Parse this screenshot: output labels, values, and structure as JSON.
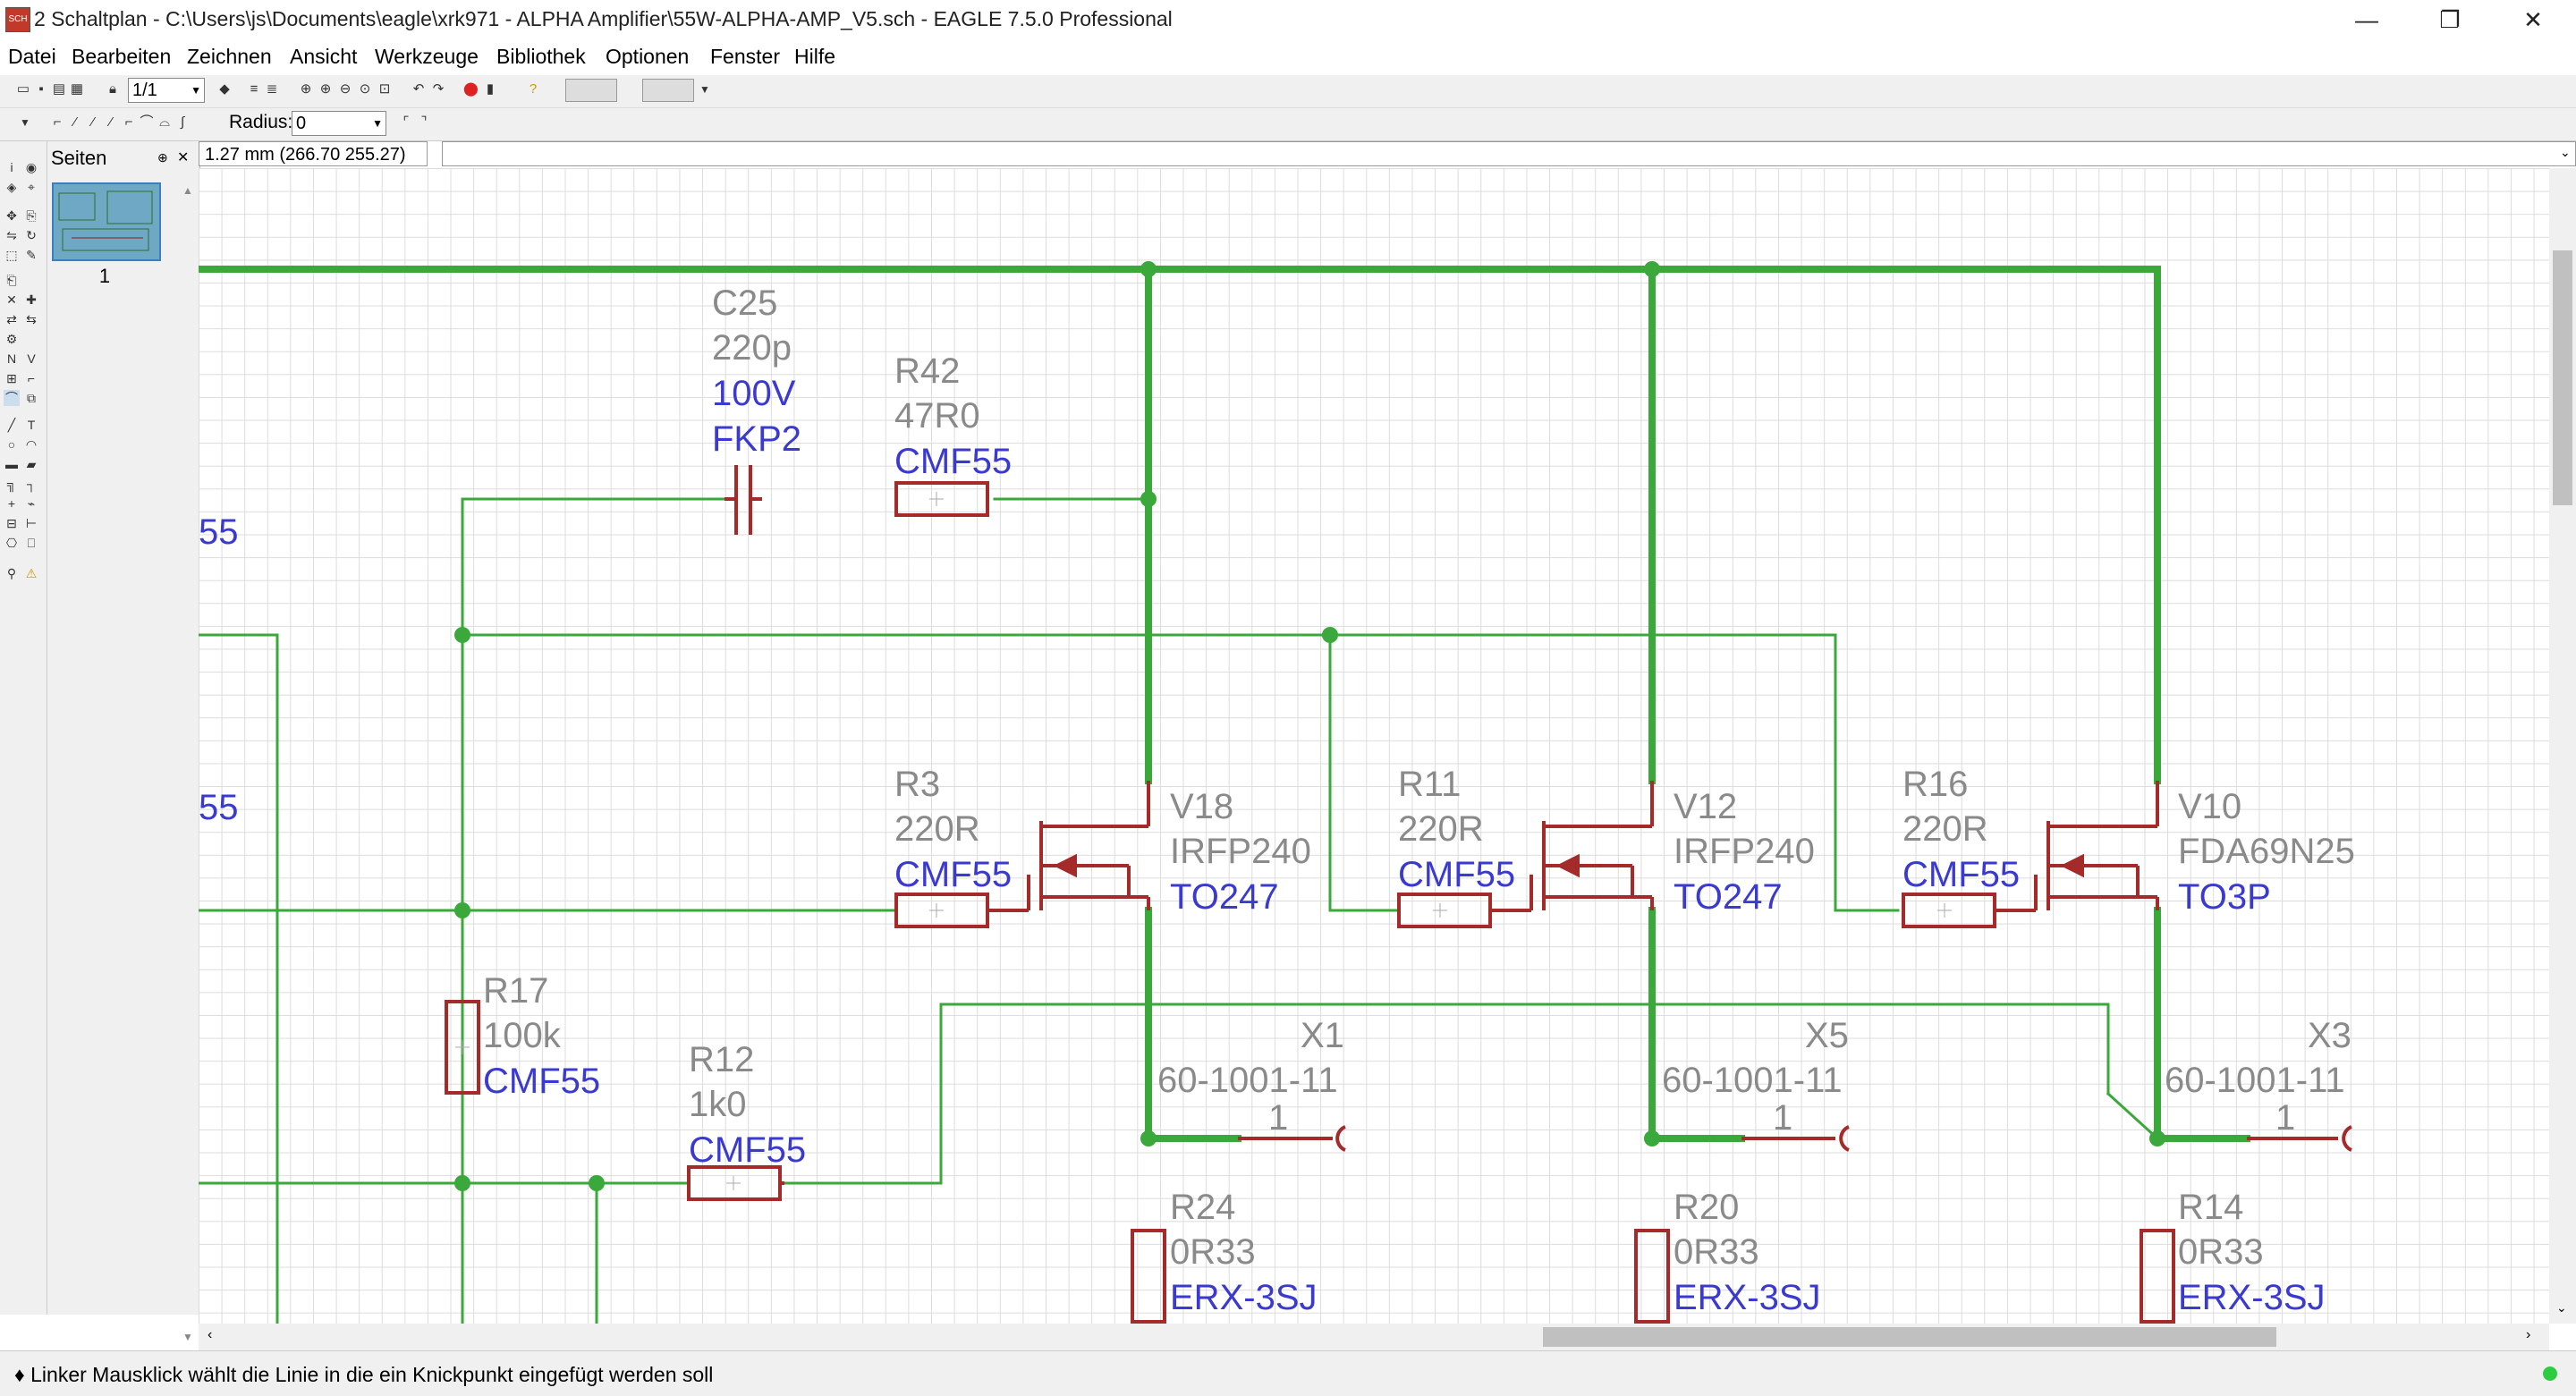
{
  "window": {
    "title": "2 Schaltplan - C:\\Users\\js\\Documents\\eagle\\xrk971 - ALPHA Amplifier\\55W-ALPHA-AMP_V5.sch - EAGLE 7.5.0 Professional",
    "app_icon_text": "SCH",
    "minimize": "—",
    "maximize": "❐",
    "close": "✕"
  },
  "menu": [
    "Datei",
    "Bearbeiten",
    "Zeichnen",
    "Ansicht",
    "Werkzeuge",
    "Bibliothek",
    "Optionen",
    "Fenster",
    "Hilfe"
  ],
  "toolbar": {
    "sheet_select": "1/1",
    "radius_label": "Radius:",
    "radius_value": "0"
  },
  "pages_panel": {
    "title": "Seiten",
    "page_number": "1"
  },
  "coordinates": "1.27 mm (266.70 255.27)",
  "command_line": "",
  "status": {
    "message": "♦ Linker Mausklick wählt die Linie in die ein Knickpunkt eingefügt werden soll"
  },
  "colors": {
    "net": "#3aa83a",
    "part": "#a52a2a",
    "name": "#8a8a8a",
    "package": "#3a3ad0"
  },
  "schematic": {
    "partial_labels": [
      "55",
      "55"
    ],
    "parts": [
      {
        "name": "C25",
        "value": "220p",
        "attr": "100V",
        "package": "FKP2"
      },
      {
        "name": "R42",
        "value": "47R0",
        "package": "CMF55"
      },
      {
        "name": "R3",
        "value": "220R",
        "package": "CMF55"
      },
      {
        "name": "R11",
        "value": "220R",
        "package": "CMF55"
      },
      {
        "name": "R16",
        "value": "220R",
        "package": "CMF55"
      },
      {
        "name": "V18",
        "value": "IRFP240",
        "package": "TO247"
      },
      {
        "name": "V12",
        "value": "IRFP240",
        "package": "TO247"
      },
      {
        "name": "V10",
        "value": "FDA69N25",
        "package": "TO3P"
      },
      {
        "name": "R17",
        "value": "100k",
        "package": "CMF55"
      },
      {
        "name": "R12",
        "value": "1k0",
        "package": "CMF55"
      },
      {
        "name": "X1",
        "value": "60-1001-11",
        "pin": "1"
      },
      {
        "name": "X5",
        "value": "60-1001-11",
        "pin": "1"
      },
      {
        "name": "X3",
        "value": "60-1001-11",
        "pin": "1"
      },
      {
        "name": "R24",
        "value": "0R33",
        "package": "ERX-3SJ"
      },
      {
        "name": "R20",
        "value": "0R33",
        "package": "ERX-3SJ"
      },
      {
        "name": "R14",
        "value": "0R33",
        "package": "ERX-3SJ"
      }
    ]
  }
}
